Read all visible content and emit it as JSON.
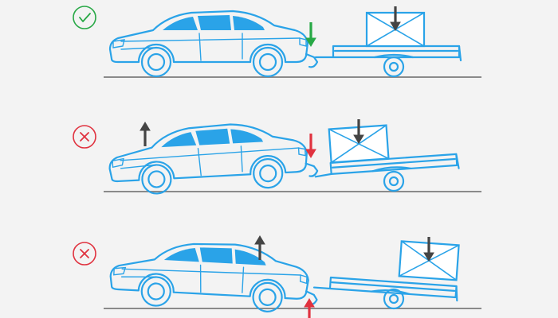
{
  "colors": {
    "ok": "#27a845",
    "bad": "#e0323f",
    "neutral": "#444444",
    "outline": "#2aa3e8",
    "ground": "#8a8a8a",
    "background": "#f3f3f3"
  },
  "icons": {
    "ok": "check-circle-icon",
    "bad": "x-circle-icon",
    "force": "arrow-icon"
  },
  "scenarios": [
    {
      "status": "correct",
      "hitch_load": "down",
      "car_front": "level",
      "cargo_position": "balanced",
      "trailer_tilt": "level",
      "arrows": [
        {
          "target": "hitch",
          "direction": "down",
          "color": "green"
        },
        {
          "target": "cargo",
          "direction": "down",
          "color": "dark"
        }
      ]
    },
    {
      "status": "incorrect",
      "hitch_load": "too-heavy-down",
      "car_front": "raised",
      "cargo_position": "front",
      "trailer_tilt": "nose-down",
      "arrows": [
        {
          "target": "hitch",
          "direction": "down",
          "color": "red"
        },
        {
          "target": "car-front",
          "direction": "up",
          "color": "dark"
        },
        {
          "target": "cargo",
          "direction": "down",
          "color": "dark"
        }
      ]
    },
    {
      "status": "incorrect",
      "hitch_load": "up",
      "car_front": "lowered",
      "cargo_position": "rear",
      "trailer_tilt": "nose-up",
      "arrows": [
        {
          "target": "hitch",
          "direction": "up",
          "color": "red"
        },
        {
          "target": "car-rear",
          "direction": "up",
          "color": "dark"
        },
        {
          "target": "cargo",
          "direction": "down",
          "color": "dark"
        }
      ]
    }
  ]
}
